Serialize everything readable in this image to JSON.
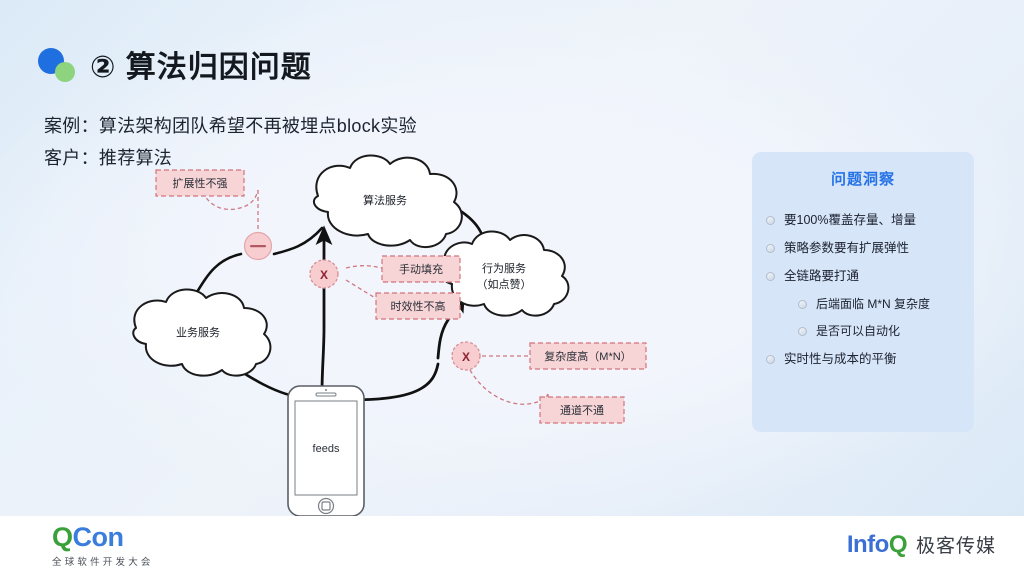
{
  "header": {
    "title": "② 算法归因问题",
    "bullet_icon": "two-dots-icon",
    "line1": "案例：算法架构团队希望不再被埋点block实验",
    "line2": "客户：推荐算法"
  },
  "diagram": {
    "clouds": [
      {
        "id": "algo-service",
        "label": "算法服务"
      },
      {
        "id": "business-service",
        "label": "业务服务"
      },
      {
        "id": "behavior-service",
        "label_top": "行为服务",
        "label_bottom": "（如点赞）"
      }
    ],
    "phone": {
      "screen_label": "feeds"
    },
    "markers": [
      {
        "id": "minus-marker",
        "glyph": "—"
      },
      {
        "id": "x-marker-upper",
        "glyph": "X"
      },
      {
        "id": "x-marker-lower",
        "glyph": "X"
      }
    ],
    "notes": [
      {
        "id": "note-scalability",
        "text": "扩展性不强"
      },
      {
        "id": "note-manual-fill",
        "text": "手动填充"
      },
      {
        "id": "note-timeliness",
        "text": "时效性不高"
      },
      {
        "id": "note-complexity",
        "text": "复杂度高（M*N）"
      },
      {
        "id": "note-channel",
        "text": "通道不通"
      }
    ]
  },
  "insight": {
    "title": "问题洞察",
    "items": [
      {
        "text": "要100%覆盖存量、增量",
        "level": 1
      },
      {
        "text": "策略参数要有扩展弹性",
        "level": 1
      },
      {
        "text": "全链路要打通",
        "level": 1
      },
      {
        "text": "后端面临 M*N 复杂度",
        "level": 2
      },
      {
        "text": "是否可以自动化",
        "level": 2
      },
      {
        "text": "实时性与成本的平衡",
        "level": 1
      }
    ]
  },
  "footer": {
    "qcon": {
      "q": "Q",
      "con": "Con",
      "tagline": "全球软件开发大会"
    },
    "infoq": {
      "info": "Info",
      "q": "Q",
      "media": "极客传媒"
    }
  },
  "colors": {
    "accent_blue": "#2673e8",
    "panel_bg": "#d7e5f8",
    "note_fill": "#f7d4d6",
    "note_border": "#d3747c",
    "marker_fill": "#f7cdd0",
    "qcon_green": "#3aa03a",
    "qcon_blue": "#3b7ddd"
  }
}
